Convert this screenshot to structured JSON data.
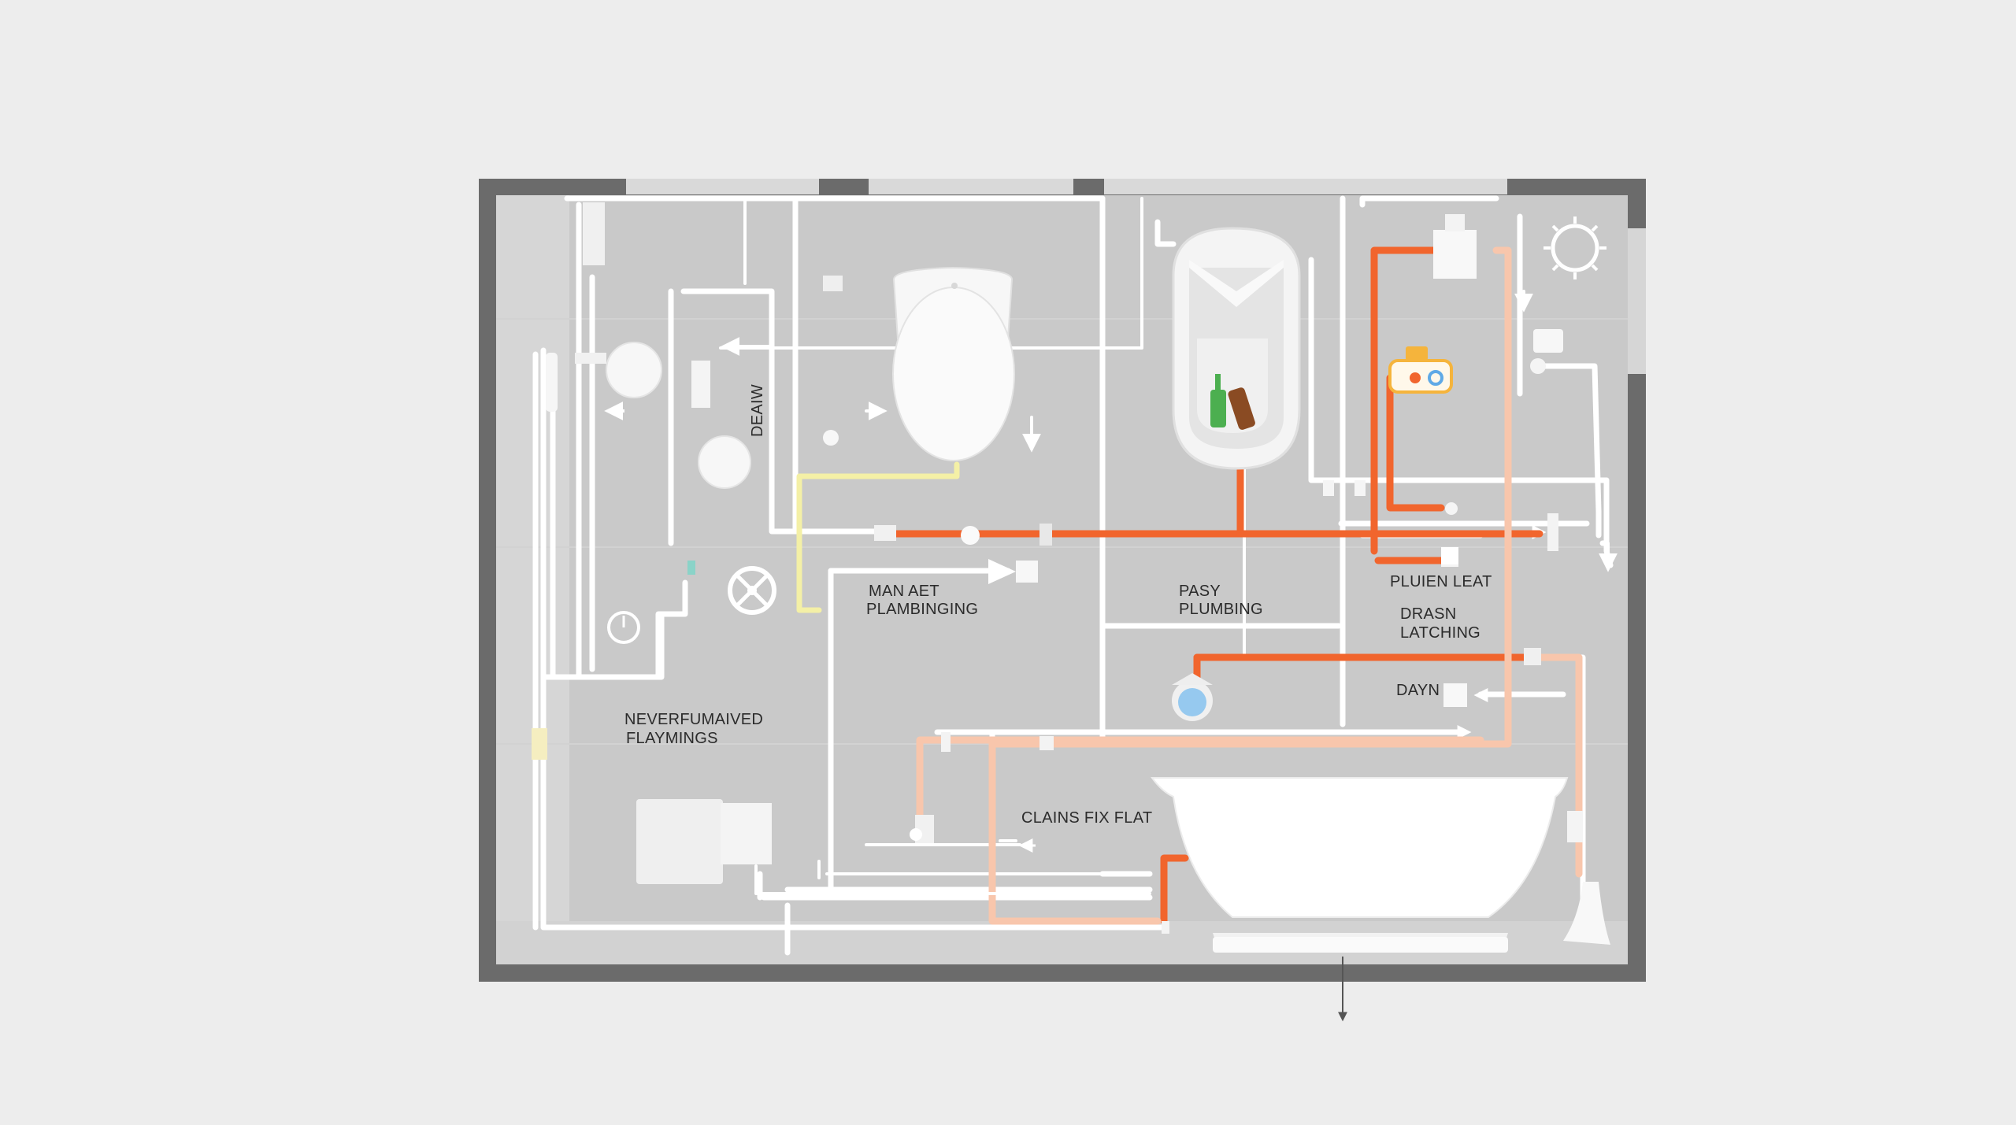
{
  "labels": {
    "drain_vertical": "DEAIW",
    "main_line_1": "MAN AET",
    "main_line_2": "PLAMBINGING",
    "easy_1": "PASY",
    "easy_2": "PLUMBING",
    "fluid_leak": "PLUIEN LEAT",
    "drain_1": "DRASN",
    "drain_2": "LATCHING",
    "dayn": "DAYN",
    "never_1": "NEVERFUMAIVED",
    "never_2": "FLAYMINGS",
    "clains": "CLAINS FIX FLAT"
  },
  "colors": {
    "background": "#ededed",
    "wall": "#6b6b6b",
    "floor": "#c8c8c8",
    "cold_pipe": "#ffffff",
    "hot_pipe": "#f1652d",
    "warm_pipe": "#f8c6ac",
    "gas_pipe": "#f4f0a6"
  },
  "icons": [
    "toilet-icon",
    "tank-icon",
    "bathtub-icon",
    "valve-wheel-icon",
    "gauge-icon",
    "sun-icon",
    "pump-icon",
    "control-panel-icon",
    "bottle-icon"
  ]
}
